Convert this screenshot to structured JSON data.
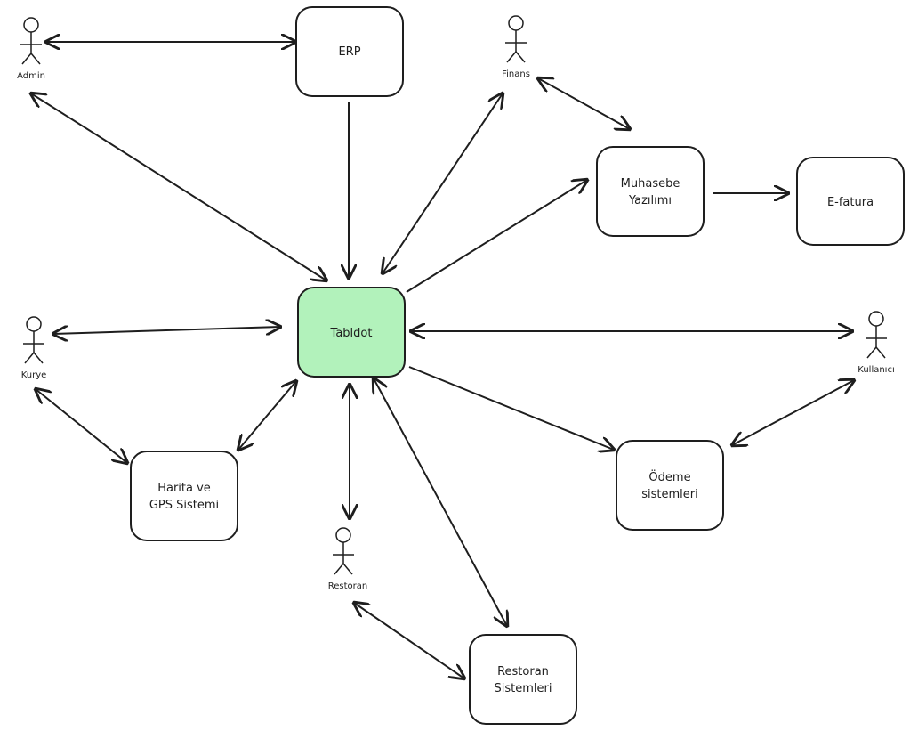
{
  "nodes": {
    "erp": {
      "label": "ERP"
    },
    "muhasebe": {
      "line1": "Muhasebe",
      "line2": "Yazılımı"
    },
    "efatura": {
      "label": "E-fatura"
    },
    "tabldot": {
      "label": "Tabldot"
    },
    "harita": {
      "line1": "Harita ve",
      "line2": "GPS Sistemi"
    },
    "odeme": {
      "line1": "Ödeme",
      "line2": "sistemleri"
    },
    "restoran_sis": {
      "line1": "Restoran",
      "line2": "Sistemleri"
    }
  },
  "actors": {
    "admin": "Admin",
    "finans": "Finans",
    "kurye": "Kurye",
    "kullanici": "Kullanıcı",
    "restoran": "Restoran"
  },
  "colors": {
    "main_fill": "#b2f2bb",
    "stroke": "#1e1e1e"
  }
}
